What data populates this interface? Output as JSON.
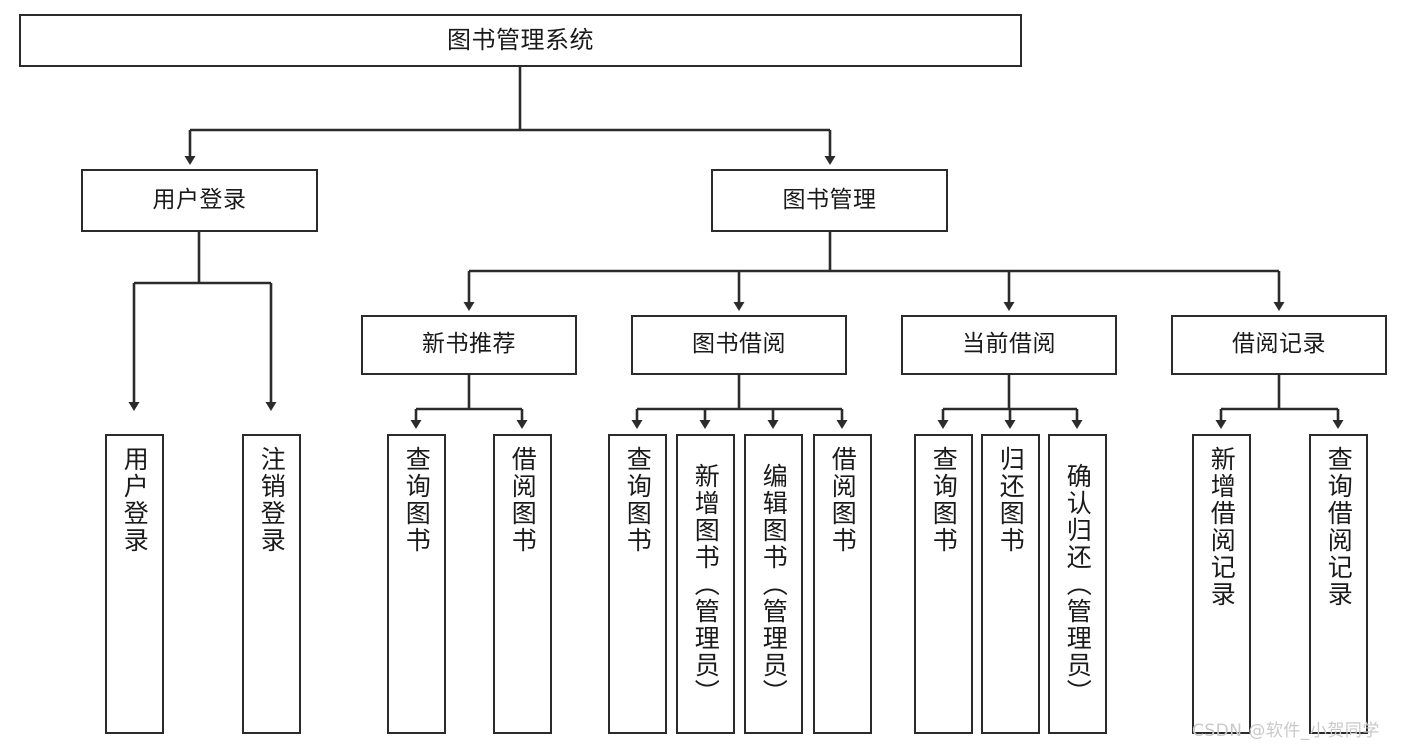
{
  "diagram": {
    "title": "图书管理系统",
    "type": "hierarchy-tree",
    "watermark": "CSDN @软件_小贺同学",
    "levels": {
      "root": {
        "id": "root",
        "label": "图书管理系统"
      },
      "level2": [
        {
          "id": "user-login",
          "label": "用户登录"
        },
        {
          "id": "book-management",
          "label": "图书管理"
        }
      ],
      "level3": [
        {
          "id": "new-book-recommend",
          "label": "新书推荐"
        },
        {
          "id": "book-borrow",
          "label": "图书借阅"
        },
        {
          "id": "current-borrow",
          "label": "当前借阅"
        },
        {
          "id": "borrow-record",
          "label": "借阅记录"
        }
      ],
      "level4": [
        {
          "id": "leaf-user-login",
          "label": "用户登录",
          "parent": "user-login"
        },
        {
          "id": "leaf-logout-login",
          "label": "注销登录",
          "parent": "user-login"
        },
        {
          "id": "leaf-query-book-1",
          "label": "查询图书",
          "parent": "new-book-recommend"
        },
        {
          "id": "leaf-borrow-book-1",
          "label": "借阅图书",
          "parent": "new-book-recommend"
        },
        {
          "id": "leaf-query-book-2",
          "label": "查询图书",
          "parent": "book-borrow"
        },
        {
          "id": "leaf-add-book",
          "label": "新增图书（管理员）",
          "parent": "book-borrow"
        },
        {
          "id": "leaf-edit-book",
          "label": "编辑图书（管理员）",
          "parent": "book-borrow"
        },
        {
          "id": "leaf-borrow-book-2",
          "label": "借阅图书",
          "parent": "book-borrow"
        },
        {
          "id": "leaf-query-book-3",
          "label": "查询图书",
          "parent": "current-borrow"
        },
        {
          "id": "leaf-return-book",
          "label": "归还图书",
          "parent": "current-borrow"
        },
        {
          "id": "leaf-confirm-return",
          "label": "确认归还（管理员）",
          "parent": "current-borrow"
        },
        {
          "id": "leaf-add-record",
          "label": "新增借阅记录",
          "parent": "borrow-record"
        },
        {
          "id": "leaf-query-record",
          "label": "查询借阅记录",
          "parent": "borrow-record"
        }
      ]
    },
    "colors": {
      "stroke": "#2b2b2b",
      "fill": "#ffffff",
      "text": "#1a1a1a",
      "watermark": "#c9c9c9"
    }
  }
}
